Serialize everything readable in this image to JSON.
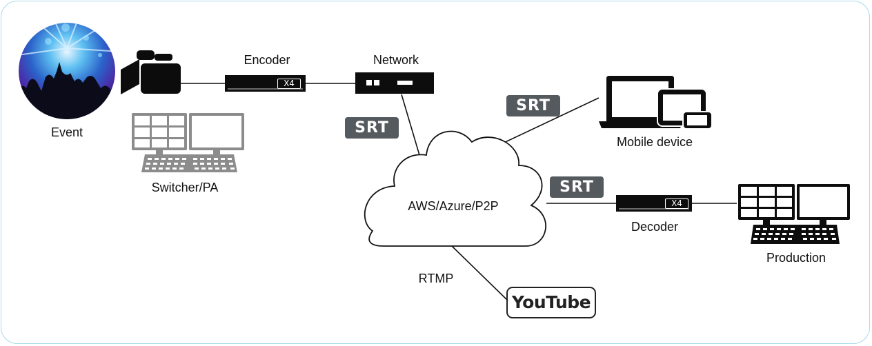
{
  "nodes": {
    "event": "Event",
    "switcher": "Switcher/PA",
    "encoder": "Encoder",
    "network": "Network",
    "cloud": "AWS/Azure/P2P",
    "mobile": "Mobile device",
    "decoder": "Decoder",
    "production": "Production",
    "rtmp": "RTMP"
  },
  "badges": {
    "srt_network": "SRT",
    "srt_mobile": "SRT",
    "srt_decoder": "SRT"
  },
  "device_tags": {
    "encoder": "X4",
    "decoder": "X4"
  },
  "youtube_logo": "YouTube",
  "colors": {
    "frame_border": "#a9d9ea",
    "badge": "#555a5e",
    "line": "#111111",
    "switcher_gray": "#8c8c8c"
  },
  "icons": [
    "event-photo",
    "camera-icon",
    "switcher-icon",
    "encoder-icon",
    "network-switch-icon",
    "cloud-icon",
    "laptop-icon",
    "tablet-icon",
    "phone-icon",
    "decoder-icon",
    "production-icon"
  ]
}
